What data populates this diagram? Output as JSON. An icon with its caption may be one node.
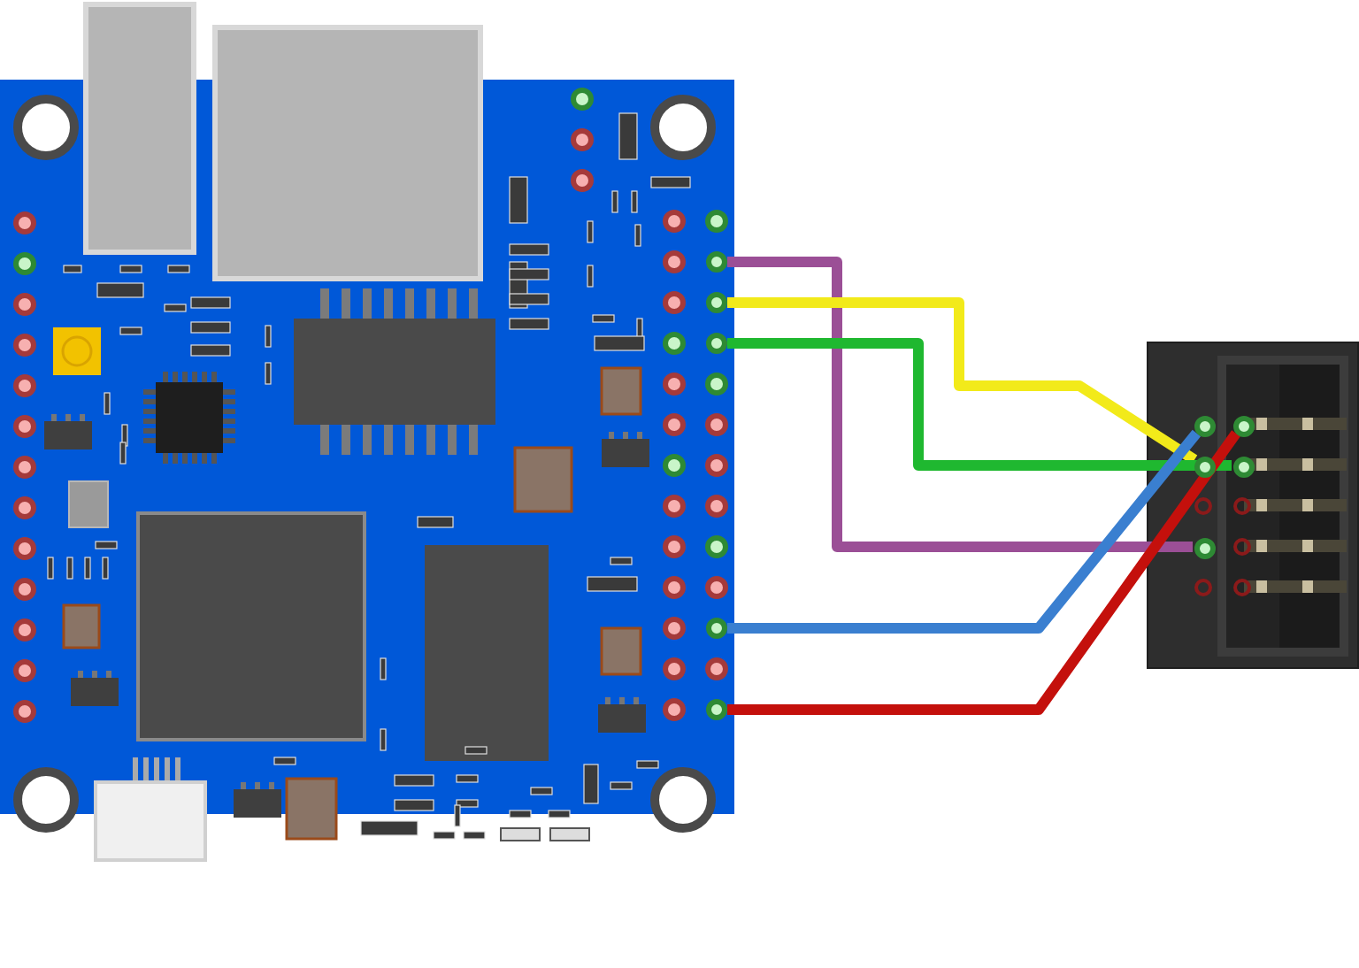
{
  "diagram": {
    "nodes": [
      {
        "text": [],
        "shape": "picture"
      },
      {
        "text": [],
        "shape": "circle",
        "in": 0
      },
      {
        "text": [],
        "shape": "circle",
        "in": 0
      },
      {
        "text": [],
        "shape": "circle",
        "in": 0
      },
      {
        "text": [],
        "shape": "circle",
        "in": 0
      },
      {
        "text": [],
        "shape": "circle",
        "in": 0
      },
      {
        "text": [],
        "shape": "picture"
      },
      {
        "text": [],
        "shape": "circle",
        "in": 6
      },
      {
        "text": [],
        "shape": "circle",
        "in": 6
      },
      {
        "text": [],
        "shape": "circle",
        "in": 6
      },
      {
        "text": [],
        "shape": "circle",
        "in": 6
      },
      {
        "text": [],
        "shape": "circle",
        "in": 6
      },
      {
        "text": [],
        "shape": "box"
      },
      {
        "text": [],
        "shape": "box"
      },
      {
        "text": [],
        "shape": "box",
        "in": 0
      }
    ],
    "edges": [
      {
        "from": 1,
        "to": 11,
        "arrow": "none",
        "color": "#9b4f96"
      },
      {
        "from": 2,
        "to": 9,
        "arrow": "none",
        "color": "#f2ea1a"
      },
      {
        "from": 3,
        "to": 10,
        "arrow": "none",
        "color": "#1fb830"
      },
      {
        "from": 4,
        "to": 7,
        "arrow": "none",
        "color": "#3a7fd0"
      },
      {
        "from": 5,
        "to": 8,
        "arrow": "none",
        "color": "#c4100c"
      }
    ]
  }
}
